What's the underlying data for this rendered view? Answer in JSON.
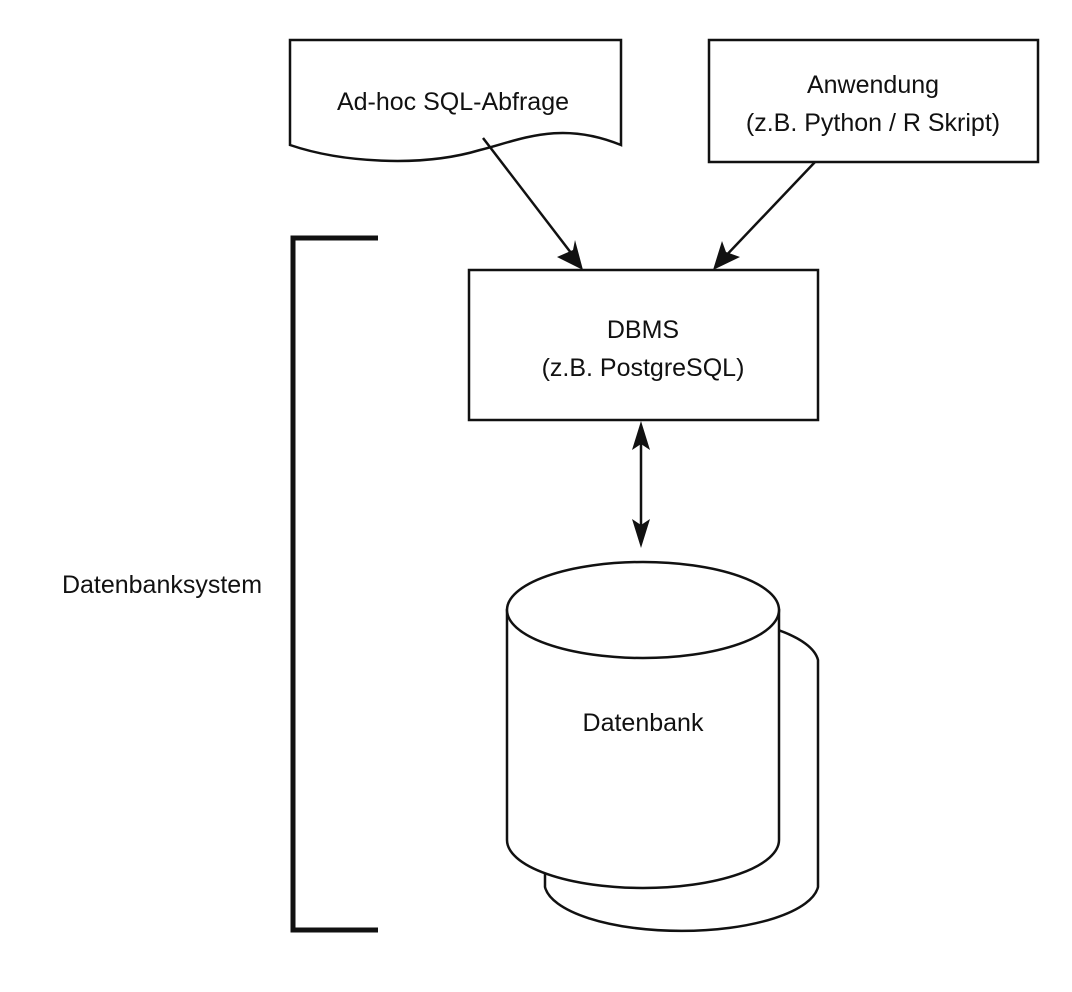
{
  "diagram": {
    "title": "",
    "nodes": {
      "adhoc": {
        "label": "Ad-hoc SQL-Abfrage",
        "shape": "document"
      },
      "app": {
        "line1": "Anwendung",
        "line2": "(z.B. Python / R Skript)",
        "shape": "rectangle"
      },
      "dbms": {
        "line1": "DBMS",
        "line2": "(z.B. PostgreSQL)",
        "shape": "rectangle"
      },
      "db": {
        "label": "Datenbank",
        "shape": "stacked-cylinders"
      }
    },
    "group": {
      "label": "Datenbanksystem",
      "members": [
        "dbms",
        "db"
      ],
      "shape": "bracket"
    },
    "edges": [
      {
        "from": "adhoc",
        "to": "dbms",
        "direction": "forward"
      },
      {
        "from": "app",
        "to": "dbms",
        "direction": "forward"
      },
      {
        "from": "dbms",
        "to": "db",
        "direction": "both"
      }
    ],
    "colors": {
      "stroke": "#111111",
      "fill": "#ffffff",
      "background": "#ffffff"
    }
  }
}
